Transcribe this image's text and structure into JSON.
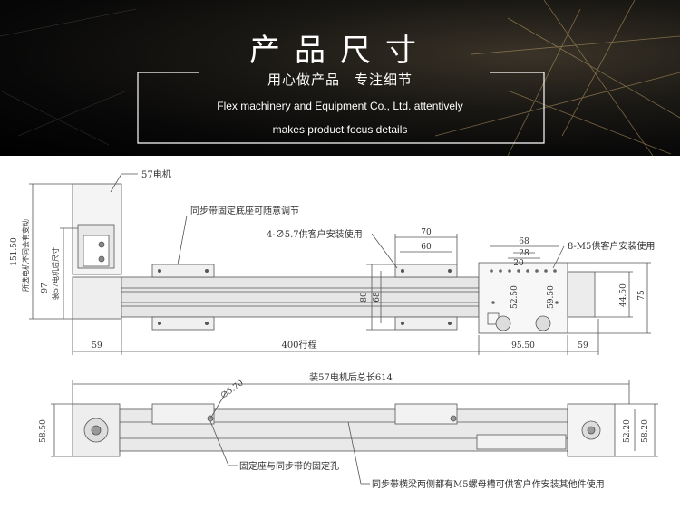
{
  "banner": {
    "title": "产品尺寸",
    "subtitle": "用心做产品　专注细节",
    "line1": "Flex machinery and Equipment Co., Ltd. attentively",
    "line2": "makes product focus details"
  },
  "top_view": {
    "motor_label": "57电机",
    "base_label": "同步带固定底座可随意调节",
    "holes_label": "4-∅5.7供客户安装使用",
    "m5_label": "8-M5供客户安装使用",
    "dim_151": "151.50",
    "dim_97": "97",
    "side_note1": "所选电机不同会有变动",
    "side_note2": "装57电机后尺寸",
    "dim_70": "70",
    "dim_60": "60",
    "dim_68": "68",
    "dim_28": "28",
    "dim_20": "20",
    "dim_80": "80",
    "dim_68v": "68",
    "dim_52_50": "52.50",
    "dim_59_50": "59.50",
    "dim_44_50": "44.50",
    "dim_75": "75",
    "dim_59_left": "59",
    "stroke": "400行程",
    "dim_95_50": "95.50",
    "dim_59_right": "59"
  },
  "bottom_view": {
    "total_length": "装57电机后总长614",
    "dim_58_50": "58.50",
    "hole_dia": "∅5.70",
    "dim_52_20": "52.20",
    "dim_58_20": "58.20",
    "note_fix": "固定座与同步带的固定孔",
    "note_slot": "同步带横梁两侧都有M5螺母槽可供客户作安装其他件使用"
  }
}
